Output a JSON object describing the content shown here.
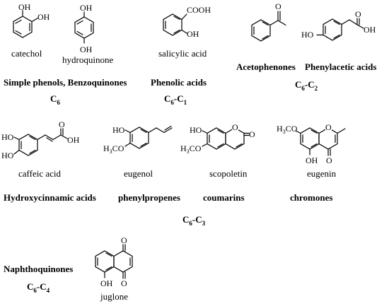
{
  "compounds": {
    "catechol": "catechol",
    "hydroquinone": "hydroquinone",
    "salicylic": "salicylic acid",
    "caffeic": "caffeic acid",
    "eugenol": "eugenol",
    "scopoletin": "scopoletin",
    "eugenin": "eugenin",
    "juglone": "juglone"
  },
  "classes": {
    "simple_phenols": "Simple phenols, Benzoquinones",
    "phenolic_acids": "Phenolic acids",
    "acetophenones": "Acetophenones",
    "phenylacetic": "Phenylacetic acids",
    "hydroxycinnamic": "Hydroxycinnamic acids",
    "phenylpropenes": "phenylpropenes",
    "coumarins": "coumarins",
    "chromones": "chromones",
    "naphthoquinones": "Naphthoquinones"
  },
  "carbon_skeletons": {
    "c6": {
      "base": "C",
      "sub": "6"
    },
    "c6c1": {
      "base": "C",
      "sub1": "6",
      "mid": "-C",
      "sub2": "1"
    },
    "c6c2": {
      "base": "C",
      "sub1": "6",
      "mid": "-C",
      "sub2": "2"
    },
    "c6c3": {
      "base": "C",
      "sub1": "6",
      "mid": "-C",
      "sub2": "3"
    },
    "c6c4": {
      "base": "C",
      "sub1": "6",
      "mid": "-C",
      "sub2": "4"
    }
  },
  "atoms": {
    "oh": "OH",
    "ho": "HO",
    "cooh": "COOH",
    "o": "O",
    "h3c": "H",
    "h3c_sub": "3",
    "h3c_end": "C"
  }
}
